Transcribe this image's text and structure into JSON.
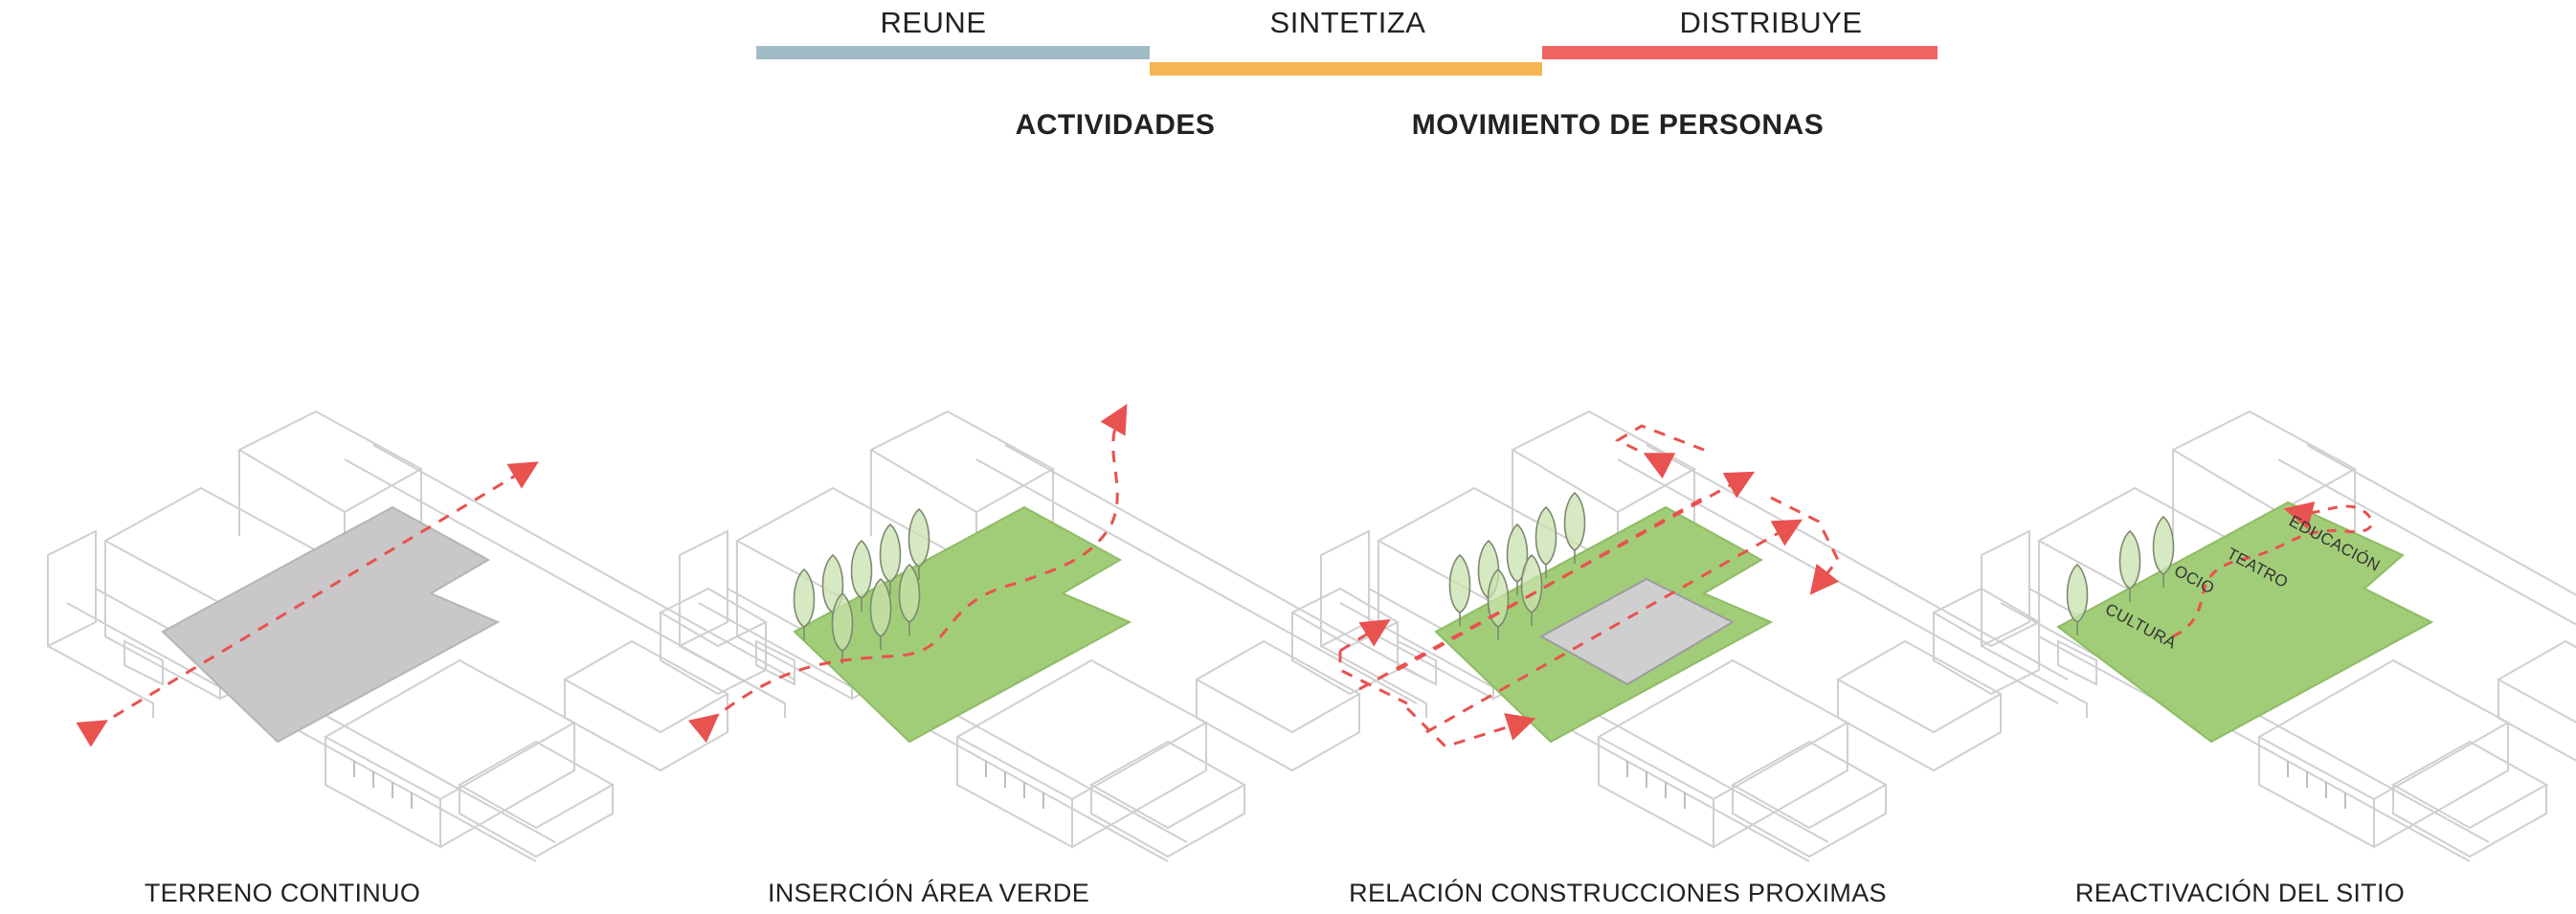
{
  "header": {
    "phases": [
      {
        "label": "REUNE",
        "color": "#a1bcc5"
      },
      {
        "label": "SINTETIZA",
        "color": "#f5b550"
      },
      {
        "label": "DISTRIBUYE",
        "color": "#f06464"
      }
    ],
    "concepts": [
      "ACTIVIDADES",
      "MOVIMIENTO DE PERSONAS"
    ]
  },
  "panels": [
    {
      "caption": "TERRENO CONTINUO"
    },
    {
      "caption": "INSERCIÓN ÁREA VERDE"
    },
    {
      "caption": "RELACIÓN CONSTRUCCIONES PROXIMAS"
    },
    {
      "caption": "REACTIVACIÓN DEL SITIO",
      "zones": [
        "EDUCACIÓN",
        "TEATRO",
        "OCIO",
        "CULTURA"
      ]
    }
  ],
  "colors": {
    "site_gray": "#c9c7c8",
    "green": "#a2cd78",
    "arrow_red": "#e8524f",
    "line_gray": "#c8c8c8"
  }
}
